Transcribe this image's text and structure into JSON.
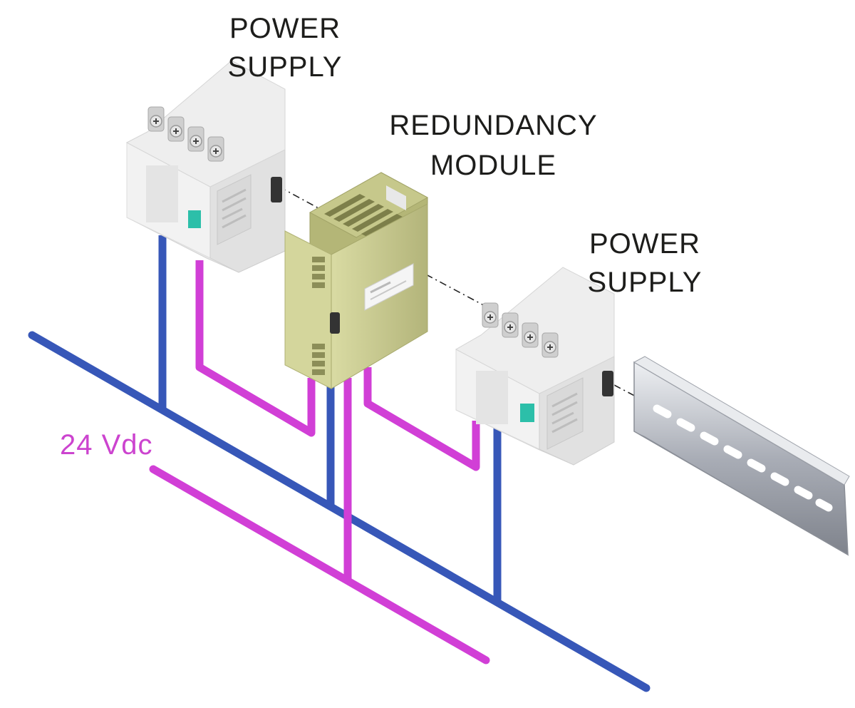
{
  "labels": {
    "power_supply_left": [
      "POWER",
      "SUPPLY"
    ],
    "redundancy_module": [
      "REDUNDANCY",
      "MODULE"
    ],
    "power_supply_right": [
      "POWER",
      "SUPPLY"
    ],
    "voltage": "24 Vdc"
  },
  "colors": {
    "negative_wire": "#3757b8",
    "positive_wire": "#d13fd6",
    "voltage_label": "#cc44cf",
    "module_body": "#cfd08e",
    "power_supply_body": "#ececec",
    "status_light": "#2cbfa9",
    "din_rail": "#b9bcc4"
  },
  "icons": [
    "screw-terminal-icon",
    "status-led-icon",
    "din-rail-icon"
  ]
}
